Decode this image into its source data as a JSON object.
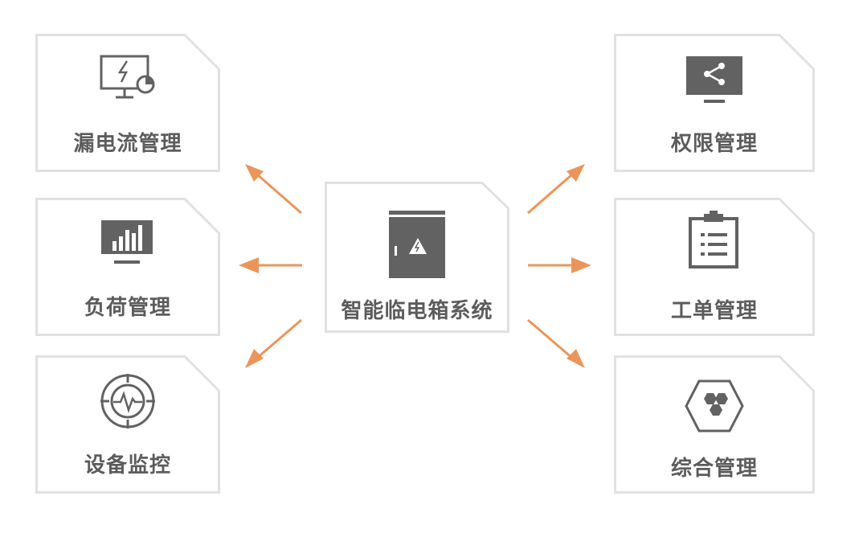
{
  "center": {
    "label": "智能临电箱系统",
    "icon": "electrical-box-icon"
  },
  "left": [
    {
      "label": "漏电流管理",
      "icon": "monitor-lightning-icon"
    },
    {
      "label": "负荷管理",
      "icon": "monitor-bar-chart-icon"
    },
    {
      "label": "设备监控",
      "icon": "pulse-gauge-icon"
    }
  ],
  "right": [
    {
      "label": "权限管理",
      "icon": "monitor-share-icon"
    },
    {
      "label": "工单管理",
      "icon": "clipboard-list-icon"
    },
    {
      "label": "综合管理",
      "icon": "hexagon-cluster-icon"
    }
  ],
  "colors": {
    "arrow": "#ec955a",
    "frame": "#e1e1e1",
    "icon": "#626262",
    "text": "#5c5c5c"
  }
}
